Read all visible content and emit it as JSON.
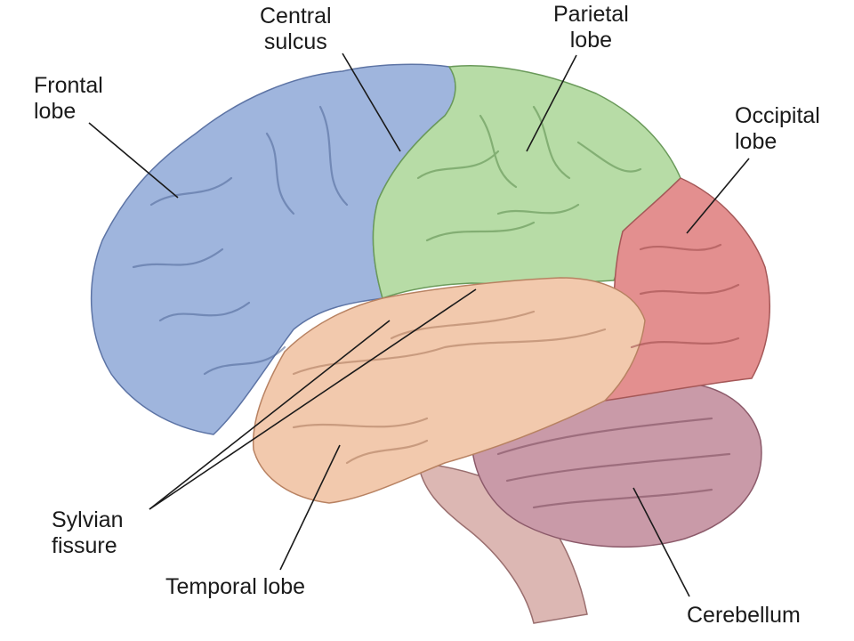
{
  "labels": {
    "central_sulcus": [
      "Central",
      "sulcus"
    ],
    "parietal_lobe": [
      "Parietal",
      "lobe"
    ],
    "frontal_lobe": [
      "Frontal",
      "lobe"
    ],
    "occipital_lobe": [
      "Occipital",
      "lobe"
    ],
    "sylvian_fissure": [
      "Sylvian",
      "fissure"
    ],
    "temporal_lobe": "Temporal lobe",
    "cerebellum": "Cerebellum"
  },
  "colors": {
    "frontal": "#9fb5dd",
    "parietal": "#b7dca6",
    "occipital": "#e38f8f",
    "temporal": "#f2c9ad",
    "cerebellum": "#c99aa8",
    "brainstem": "#dcb7b3",
    "leader_line": "#1a1a1a"
  }
}
